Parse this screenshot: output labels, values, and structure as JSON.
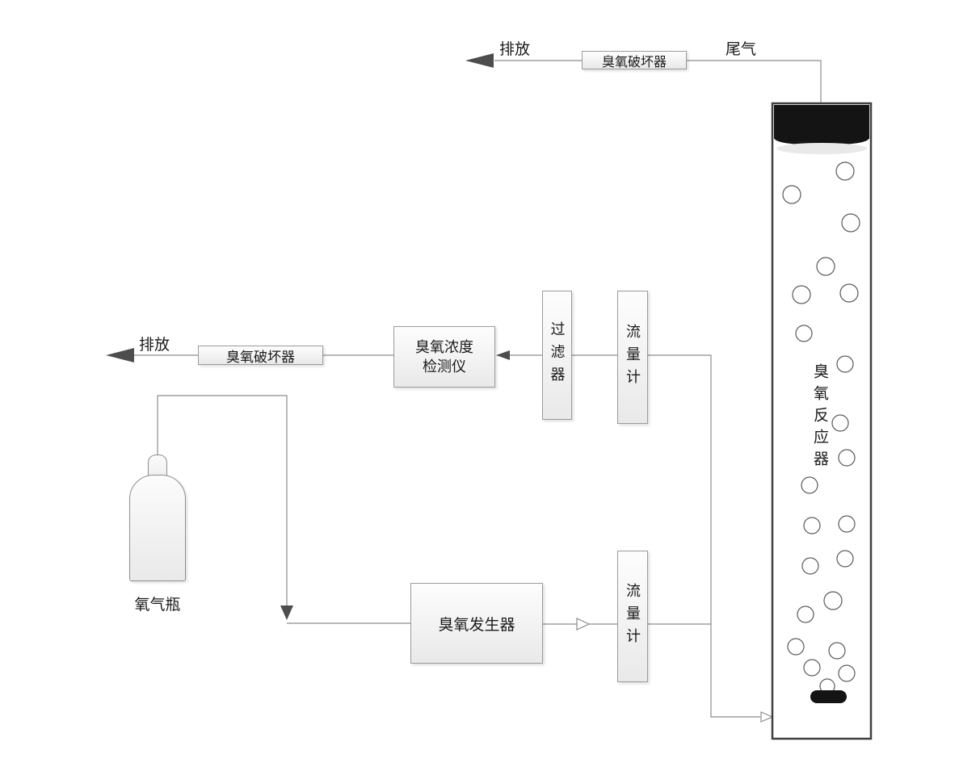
{
  "labels": {
    "vent_top": "排放",
    "tail_gas": "尾气",
    "vent_mid": "排放",
    "oxygen_cylinder": "氧气瓶"
  },
  "equipment": {
    "ozone_destructor_top": "臭氧破坏器",
    "ozone_destructor_mid": "臭氧破坏器",
    "ozone_detector_line1": "臭氧浓度",
    "ozone_detector_line2": "检测仪",
    "filter": "过滤器",
    "flow_meter_top": "流量计",
    "flow_meter_bottom": "流量计",
    "ozone_generator": "臭氧发生器",
    "ozone_reactor": "臭氧反应器"
  },
  "colors": {
    "line": "#8c8c8c",
    "arrow_fill": "#4d4d4d",
    "box_border": "#9b9b9b",
    "reactor_border": "#404040",
    "reactor_cap": "#141414",
    "text": "#1a1a1a"
  }
}
